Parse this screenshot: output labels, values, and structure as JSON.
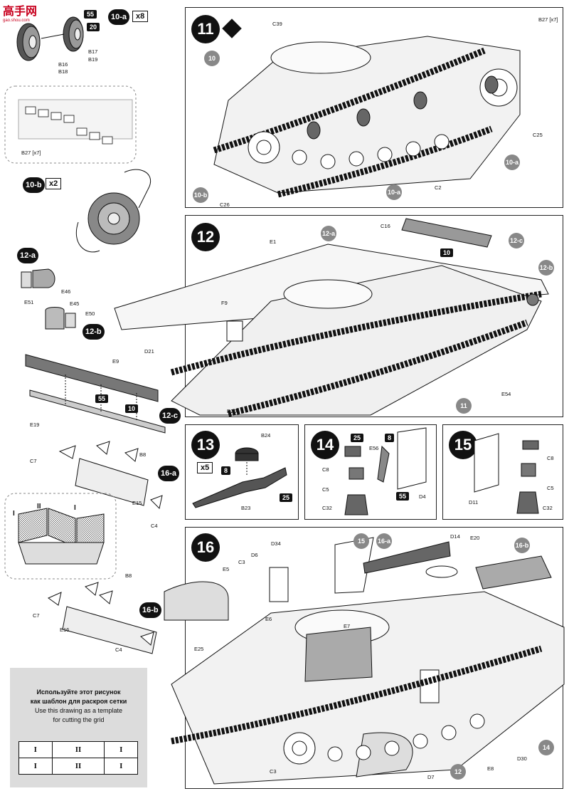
{
  "logo": {
    "text": "高手网",
    "sub": "gao.shou.com"
  },
  "steps": {
    "s10a": {
      "label": "10-a",
      "qty": "x8",
      "parts": [
        "B16",
        "B18",
        "B17",
        "B19"
      ],
      "badges": [
        "55",
        "20"
      ]
    },
    "s10b": {
      "label": "10-b",
      "qty": "x2",
      "parts": [
        "B27 [x7]"
      ]
    },
    "s11": {
      "label": "11",
      "parts": [
        "C39",
        "B27 [x7]",
        "C25",
        "C2",
        "C26"
      ],
      "refs": [
        "10",
        "10-a",
        "10-a",
        "10-b"
      ]
    },
    "s12": {
      "label": "12",
      "parts": [
        "E1",
        "C16",
        "F9",
        "D21",
        "D20",
        "E54"
      ],
      "refs": [
        "12-a",
        "12-c",
        "12-b",
        "10",
        "11"
      ]
    },
    "s12a": {
      "label": "12-a",
      "parts": [
        "E51",
        "E46"
      ]
    },
    "s12b": {
      "label": "12-b",
      "parts": [
        "E45",
        "E50"
      ]
    },
    "s12c": {
      "label": "12-c",
      "parts": [
        "E9",
        "E19"
      ],
      "badges": [
        "55",
        "10"
      ]
    },
    "s13": {
      "label": "13",
      "qty": "x5",
      "parts": [
        "B24",
        "B23"
      ],
      "badges": [
        "8",
        "25"
      ]
    },
    "s14": {
      "label": "14",
      "parts": [
        "E56",
        "C8",
        "C5",
        "C32",
        "D4"
      ],
      "badges": [
        "25",
        "8",
        "55"
      ]
    },
    "s15": {
      "label": "15",
      "parts": [
        "C8",
        "C5",
        "D11",
        "C32"
      ]
    },
    "s16a": {
      "label": "16-a",
      "parts": [
        "C7",
        "B8",
        "E15",
        "C4"
      ],
      "grid": [
        "I",
        "II",
        "I"
      ]
    },
    "s16b": {
      "label": "16-b",
      "parts": [
        "B8",
        "C7",
        "E16",
        "C4"
      ]
    },
    "s16": {
      "label": "16",
      "parts": [
        "D34",
        "D6",
        "E5",
        "C3",
        "E6",
        "E7",
        "E25",
        "D14",
        "E20",
        "C3",
        "D7",
        "E8",
        "D30"
      ],
      "refs": [
        "15",
        "16-a",
        "16-b",
        "12",
        "14"
      ]
    }
  },
  "template": {
    "line1": "Используйте этот рисунок",
    "line2": "как шаблон для раскроя сетки",
    "line3": "Use this drawing as a template",
    "line4": "for cutting the grid",
    "rows": [
      [
        "I",
        "II",
        "I"
      ],
      [
        "I",
        "II",
        "I"
      ]
    ]
  }
}
